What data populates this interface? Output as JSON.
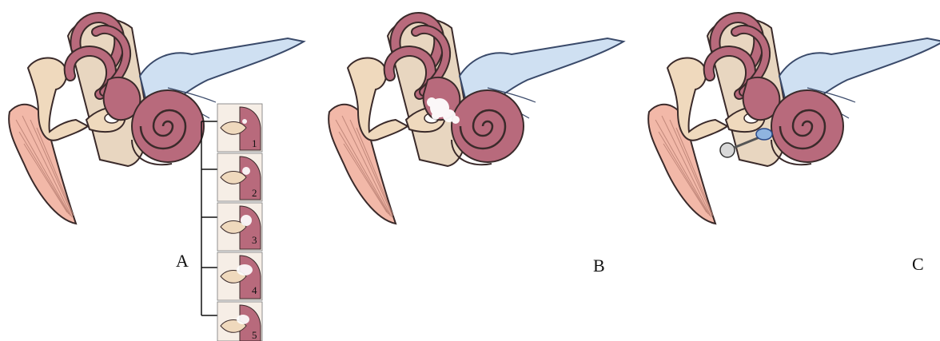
{
  "panels": [
    {
      "id": "A",
      "label": "A"
    },
    {
      "id": "B",
      "label": "B"
    },
    {
      "id": "C",
      "label": "C"
    }
  ],
  "stages": [
    "1",
    "2",
    "3",
    "4",
    "5"
  ],
  "colors": {
    "eardrum": "#f2b8a8",
    "ossicle": "#efd9bd",
    "labyrinth": "#b86a7c",
    "nerve": "#cfe0f2",
    "lesion": "#ffffff"
  }
}
